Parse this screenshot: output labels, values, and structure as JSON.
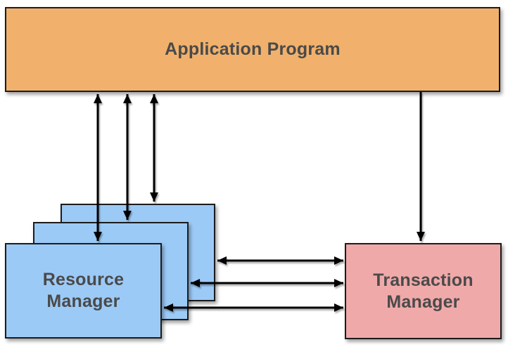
{
  "diagram": {
    "nodes": {
      "application_program": {
        "label": "Application Program",
        "fill": "#F1B16C"
      },
      "resource_manager": {
        "label_lines": [
          "Resource",
          "Manager"
        ],
        "fill": "#9CCAF7",
        "stack_count": 3
      },
      "transaction_manager": {
        "label_lines": [
          "Transaction",
          "Manager"
        ],
        "fill": "#F0A9A9"
      }
    },
    "colors": {
      "border": "#1C1C1C",
      "label_text": "#4A4A4A",
      "arrow": "#000000",
      "background": "#FFFFFF"
    }
  }
}
